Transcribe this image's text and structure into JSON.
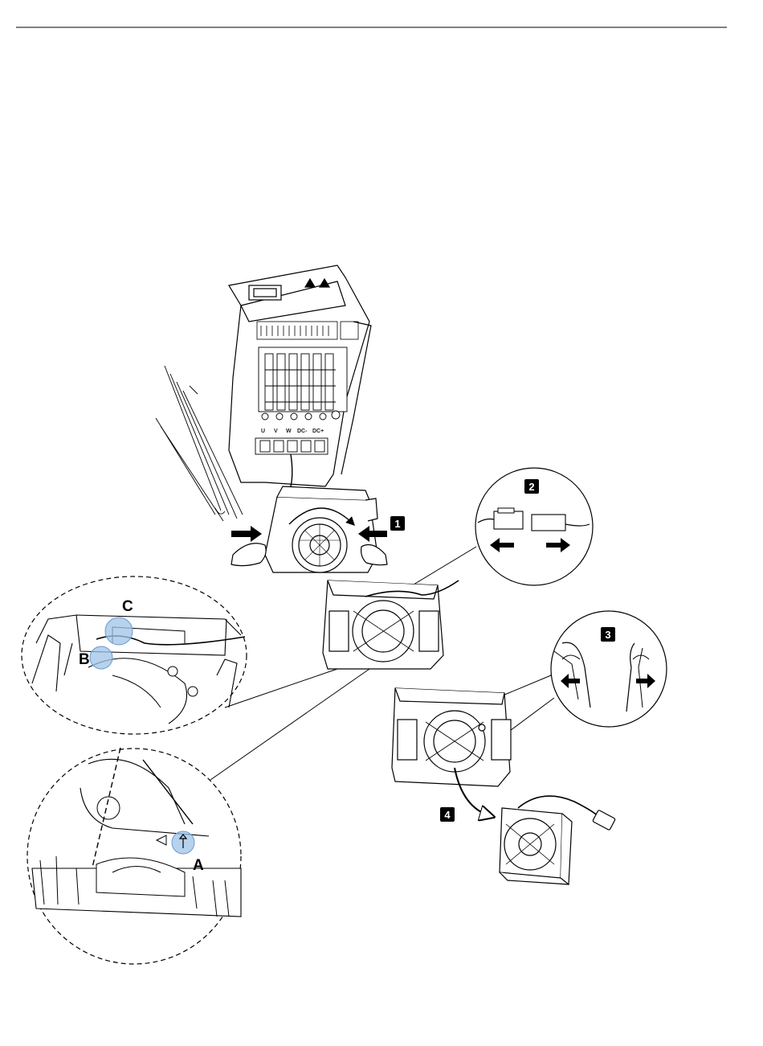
{
  "steps": [
    {
      "number": "1"
    },
    {
      "number": "2"
    },
    {
      "number": "3"
    },
    {
      "number": "4"
    }
  ],
  "detail_labels": {
    "a": "A",
    "b": "B",
    "c": "C"
  },
  "terminals": [
    "U",
    "V",
    "W",
    "DC-",
    "DC+"
  ],
  "colors": {
    "line": "#000000",
    "highlight": "#9ec3e6",
    "badge": "#000000"
  }
}
